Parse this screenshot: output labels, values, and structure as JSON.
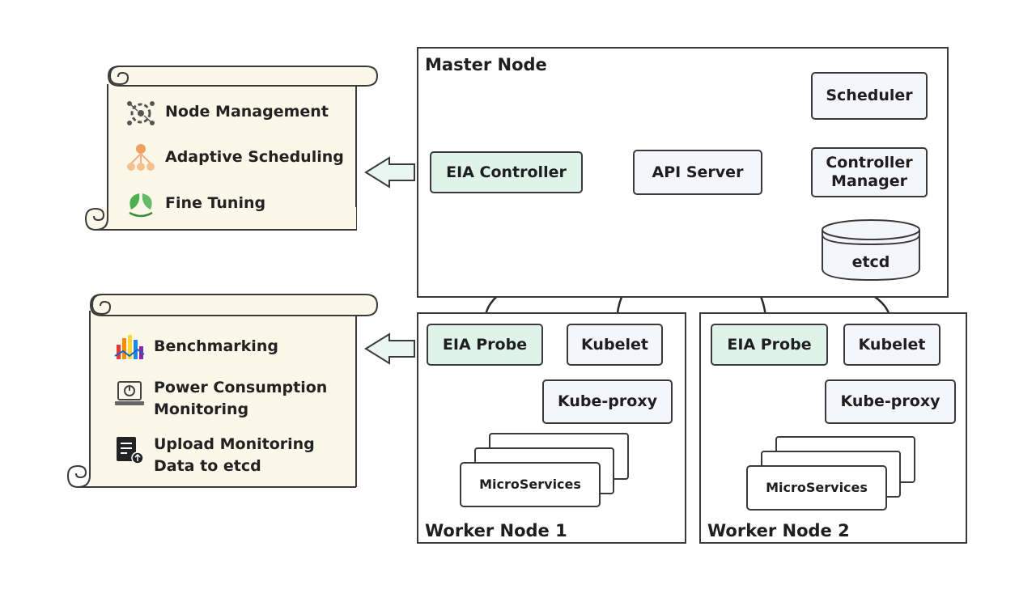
{
  "master": {
    "title": "Master Node",
    "eia_controller": "EIA Controller",
    "api_server": "API Server",
    "scheduler": "Scheduler",
    "controller_manager": "Controller Manager",
    "etcd": "etcd"
  },
  "worker1": {
    "title": "Worker Node 1",
    "eia_probe": "EIA Probe",
    "kubelet": "Kubelet",
    "kube_proxy": "Kube-proxy",
    "microservices": "MicroServices"
  },
  "worker2": {
    "title": "Worker Node 2",
    "eia_probe": "EIA Probe",
    "kubelet": "Kubelet",
    "kube_proxy": "Kube-proxy",
    "microservices": "MicroServices"
  },
  "controller_scroll": {
    "items": [
      {
        "label": "Node Management",
        "icon": "network-gear-icon"
      },
      {
        "label": "Adaptive Scheduling",
        "icon": "hierarchy-icon"
      },
      {
        "label": "Fine Tuning",
        "icon": "leaf-plug-icon"
      }
    ]
  },
  "probe_scroll": {
    "items": [
      {
        "label": "Benchmarking",
        "icon": "benchmark-bars-icon"
      },
      {
        "label": "Power Consumption Monitoring",
        "line1": "Power Consumption",
        "line2": "Monitoring",
        "icon": "power-monitor-icon"
      },
      {
        "label": "Upload Monitoring Data to etcd",
        "line1": "Upload Monitoring",
        "line2": "Data to etcd",
        "icon": "upload-document-icon"
      }
    ]
  },
  "colors": {
    "eia_fill": "#dff3ea",
    "component_fill": "#f5f5fc",
    "scroll_fill": "#fbf8ea",
    "border": "#3a3a3a"
  }
}
